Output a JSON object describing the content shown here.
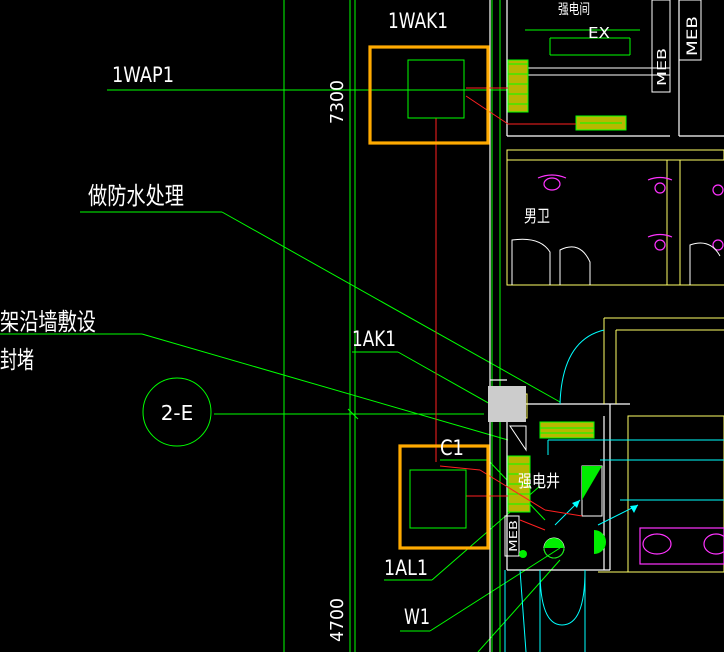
{
  "colors": {
    "background": "#000000",
    "axis_green": "#00ff00",
    "wall_white": "#ffffff",
    "room_yellow": "#ffff66",
    "fixture_magenta": "#ff33ff",
    "cyan": "#00ffff",
    "highlight_orange": "#ffaa00",
    "wire_red": "#ff2020",
    "hatch_olive": "#b8b800",
    "gray_block": "#cccccc"
  },
  "labels": {
    "panel_1wak1": "1WAK1",
    "panel_1wap1": "1WAP1",
    "panel_1ak1": "1AK1",
    "panel_1al1": "1AL1",
    "panel_c1": "C1",
    "feeder_w1": "W1",
    "axis_bubble": "2-E",
    "dim_7300": "7300",
    "dim_4700": "4700"
  },
  "notes": {
    "waterproof": "做防水处理",
    "tray_line1": "架沿墙敷设",
    "tray_line2": "封堵"
  },
  "rooms": {
    "strong_room_top": "强电间",
    "ex": "EX",
    "meb_top": "MEB",
    "meb_top_small": "MEB",
    "male_wc": "男卫",
    "strong_shaft": "强电井",
    "meb_bottom": "MEB"
  }
}
